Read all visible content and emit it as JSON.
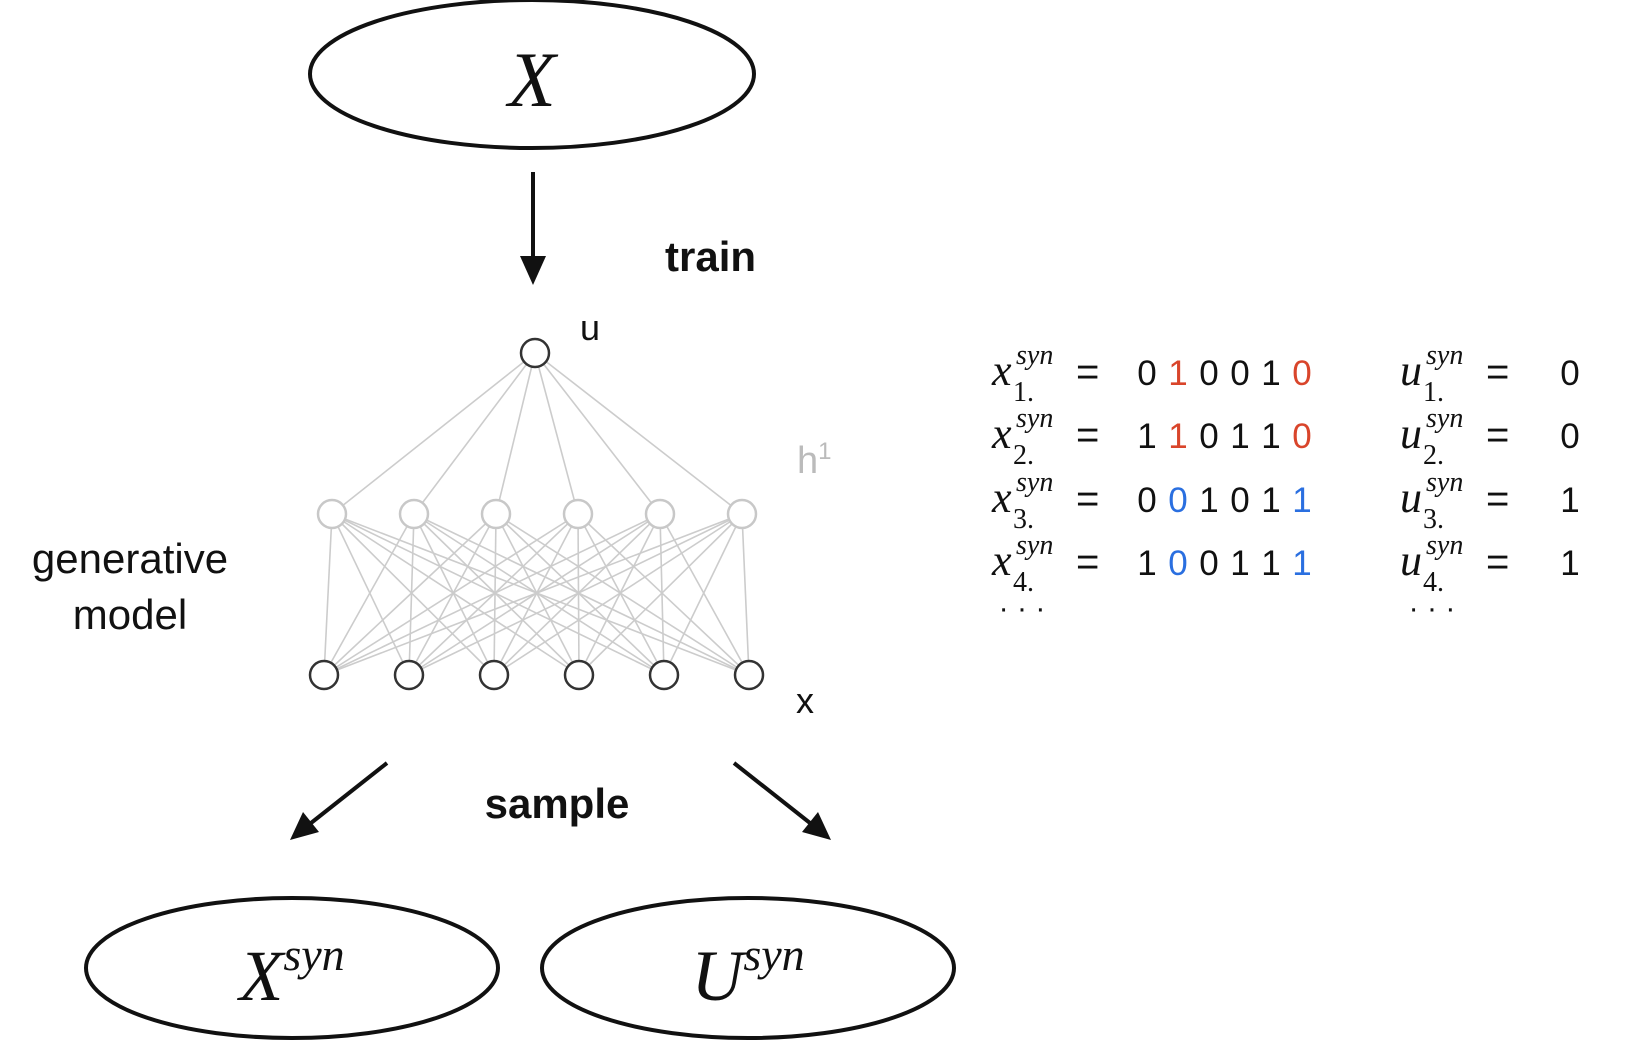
{
  "top_ellipse": {
    "label": "X"
  },
  "train_label": "train",
  "network": {
    "u_label": "u",
    "h_label": "h",
    "h_sup": "1",
    "x_label": "x",
    "model_label_line1": "generative",
    "model_label_line2": "model"
  },
  "sample_label": "sample",
  "bottom_left": {
    "base": "X",
    "sup": "syn"
  },
  "bottom_right": {
    "base": "U",
    "sup": "syn"
  },
  "samples": {
    "x_symbol": "x",
    "u_symbol": "u",
    "sup": "syn",
    "equals": "=",
    "rows": [
      {
        "sub": "1.",
        "bits": [
          "0",
          "1",
          "0",
          "0",
          "1",
          "0"
        ],
        "u": "0"
      },
      {
        "sub": "2.",
        "bits": [
          "1",
          "1",
          "0",
          "1",
          "1",
          "0"
        ],
        "u": "0"
      },
      {
        "sub": "3.",
        "bits": [
          "0",
          "0",
          "1",
          "0",
          "1",
          "1"
        ],
        "u": "1"
      },
      {
        "sub": "4.",
        "bits": [
          "1",
          "0",
          "0",
          "1",
          "1",
          "1"
        ],
        "u": "1"
      }
    ],
    "ellipsis": "· · ·",
    "highlight_colors": {
      "red": "#d9452b",
      "blue": "#2a6fe0"
    },
    "highlight": [
      [
        "",
        "red",
        "",
        "",
        "",
        "red"
      ],
      [
        "",
        "red",
        "",
        "",
        "",
        "red"
      ],
      [
        "",
        "blue",
        "",
        "",
        "",
        "blue"
      ],
      [
        "",
        "blue",
        "",
        "",
        "",
        "blue"
      ]
    ]
  }
}
